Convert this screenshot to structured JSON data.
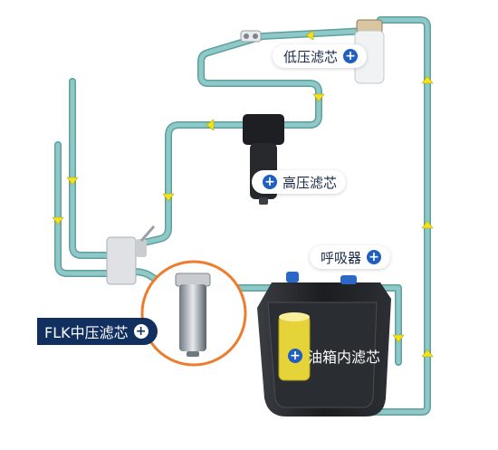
{
  "labels": {
    "low_pressure": "低压滤芯",
    "high_pressure": "高压滤芯",
    "breather": "呼吸器",
    "flk_medium": "FLK中压滤芯",
    "tank_filter": "油箱内滤芯"
  },
  "icons": {
    "expand": "+"
  },
  "colors": {
    "pipe": "#8fc9c7",
    "pipe_edge": "#5e9fa0",
    "flow_arrow": "#f3e21a",
    "label_accent": "#1f5fbf",
    "flk_label_bg": "#12305f",
    "highlight_ring": "#ee7a2a",
    "tank": "#1f2124",
    "tank_filter": "#e6d33a"
  }
}
